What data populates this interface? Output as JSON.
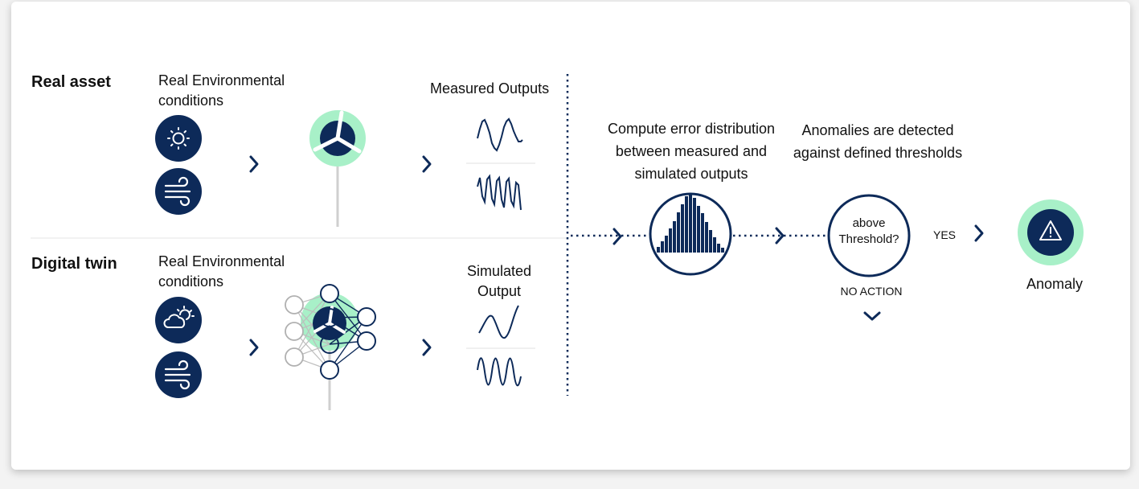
{
  "rows": {
    "real": {
      "label": "Real asset",
      "env_line1": "Real Environmental",
      "env_line2": "conditions",
      "output_label": "Measured Outputs",
      "icons": [
        "sun-icon",
        "wind-icon"
      ]
    },
    "twin": {
      "label": "Digital twin",
      "env_line1": "Real Environmental",
      "env_line2": "conditions",
      "output_line1": "Simulated",
      "output_line2": "Output",
      "icons": [
        "cloud-sun-icon",
        "wind-icon"
      ]
    }
  },
  "steps": {
    "compute": {
      "line1": "Compute error  distribution",
      "line2": "between measured and",
      "line3": "simulated outputs"
    },
    "detect": {
      "line1": "Anomalies are  detected",
      "line2": "against  defined thresholds"
    },
    "decision": {
      "line1": "above",
      "line2": "Threshold?",
      "yes": "YES",
      "no": "NO ACTION"
    },
    "result": {
      "label": "Anomaly",
      "icon": "warning-icon"
    }
  },
  "colors": {
    "navy": "#0d2a59",
    "mint": "#a8f0c8",
    "gray": "#c8c8c8"
  }
}
